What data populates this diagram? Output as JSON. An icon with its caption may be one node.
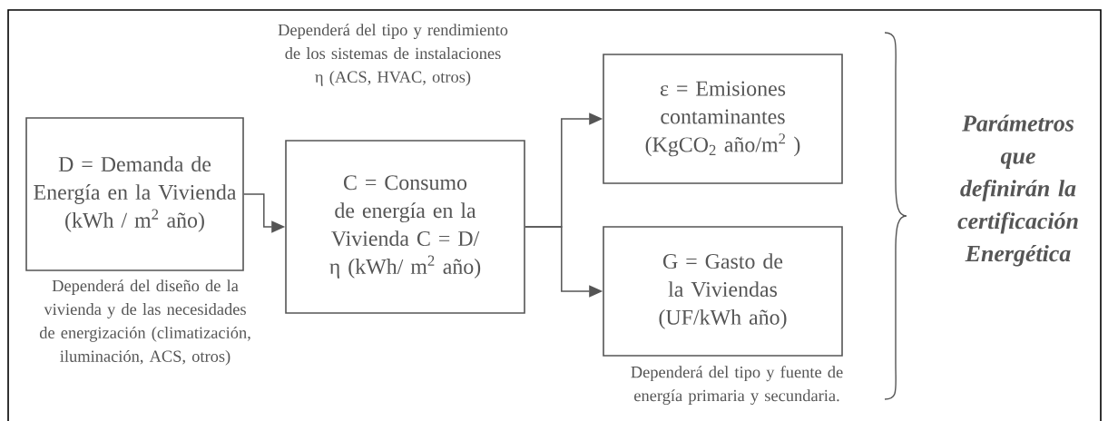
{
  "diagram": {
    "nodes": [
      {
        "text": [
          "D = Demanda de Energía en la Vivienda (kWh / m$^{2}$ año)"
        ],
        "beside": [
          "Dependerá del diseño de la vivienda y de las necesidades de energización (climatización, iluminación, ACS, otros)"
        ]
      },
      {
        "text": [
          "C = Consumo de energía en la Vivienda C = D/ η (kWh/ m$^{2}$ año)"
        ],
        "beside": [
          "Dependerá del tipo y rendimiento de los sistemas de instalaciones η (ACS, HVAC, otros)"
        ]
      },
      {
        "text": [
          "ε = Emisiones contaminantes (KgCO$_{2}$ año/m$^{2}$ )"
        ]
      },
      {
        "text": [
          "G = Gasto de la Viviendas (UF/kWh año)"
        ],
        "beside": [
          "Dependerá del tipo y fuente de energía primaria y secundaria."
        ]
      }
    ],
    "edges": [
      {
        "from": 0,
        "to": 1,
        "arrow": "to"
      },
      {
        "from": 1,
        "to": 2,
        "arrow": "to"
      },
      {
        "from": 1,
        "to": 3,
        "arrow": "to"
      }
    ],
    "labels": [
      "Parámetros que definirán la certificación Energética"
    ]
  }
}
